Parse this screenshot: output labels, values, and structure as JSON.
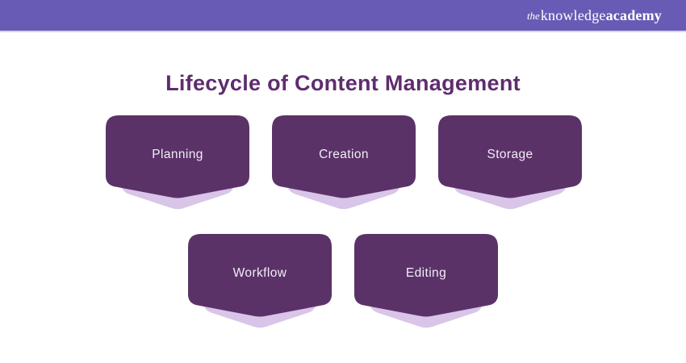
{
  "header": {
    "logo": {
      "the": "the",
      "knowledge": "knowledge",
      "academy": "academy"
    }
  },
  "title": "Lifecycle of Content Management",
  "diagram": {
    "boxes": [
      {
        "label": "Planning"
      },
      {
        "label": "Creation"
      },
      {
        "label": "Storage"
      },
      {
        "label": "Workflow"
      },
      {
        "label": "Editing"
      }
    ]
  },
  "colors": {
    "header_bar": "#685BB5",
    "header_border": "#D9D3EE",
    "title_text": "#5E2D6E",
    "box_fill": "#5B3268",
    "box_shadow": "#D8C5E8",
    "box_label_text": "#F2EDF7",
    "background": "#FFFFFF"
  }
}
